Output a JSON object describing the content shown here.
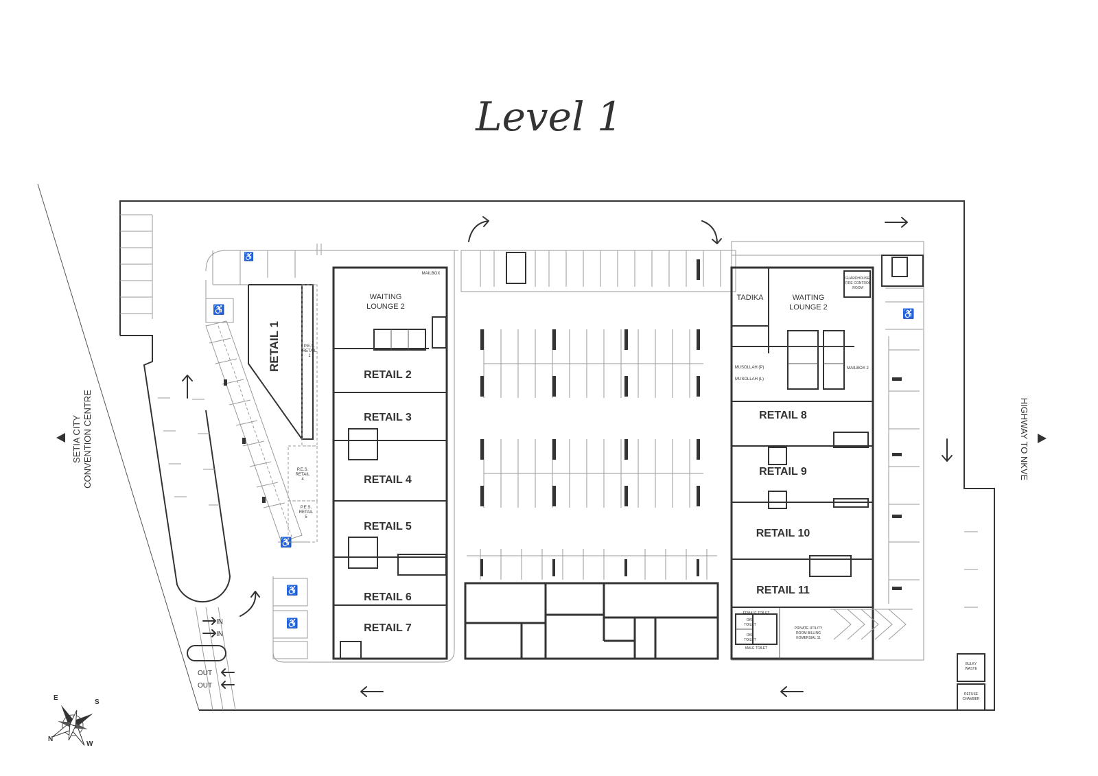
{
  "title": "Level 1",
  "colors": {
    "line": "#333333",
    "grey": "#9a9a9a",
    "background": "#ffffff"
  },
  "rooms": {
    "waiting_lounge_left": "WAITING\nLOUNGE 2",
    "waiting_lounge_right": "WAITING\nLOUNGE 2",
    "mailbox": "MAILBOX",
    "mailbox_2": "MAILBOX 2",
    "tadika": "TADIKA",
    "guardhouse": "GUARDHOUSE/\nFIRE CONTROL\nROOM",
    "musollah_p": "MUSOLLAH (P)",
    "musollah_l": "MUSOLLAH (L)",
    "retail_1": "RETAIL 1",
    "retail_2": "RETAIL 2",
    "retail_3": "RETAIL 3",
    "retail_4": "RETAIL 4",
    "retail_5": "RETAIL 5",
    "retail_6": "RETAIL 6",
    "retail_7": "RETAIL 7",
    "retail_8": "RETAIL 8",
    "retail_9": "RETAIL 9",
    "retail_10": "RETAIL 10",
    "retail_11": "RETAIL 11",
    "pes_retail_1": "P.E.S.\nRETAIL\n1",
    "pes_retail_4": "P.E.S.\nRETAIL\n4",
    "pes_retail_5": "P.E.S.\nRETAIL\n5",
    "female_toilet": "FEMALE TOILET",
    "oku_toilet_1": "OKU\nTOILET",
    "oku_toilet_2": "OKU\nTOILET",
    "male_toilet": "MALE TOILET",
    "private_utility": "PRIVATE UTILITY\nROOM BILLING\nKOMERSIAL 11",
    "bulky_waste": "BULKY\nWASTE",
    "refuse_chamber": "REFUSE\nCHAMBER"
  },
  "directions": {
    "left_label": "SETIA CITY\nCONVENTION CENTRE",
    "right_label": "HIGHWAY TO NKVE",
    "in_1": "IN",
    "in_2": "IN",
    "out_1": "OUT",
    "out_2": "OUT"
  },
  "compass": {
    "e": "E",
    "s": "S",
    "w": "W",
    "n": "N"
  }
}
